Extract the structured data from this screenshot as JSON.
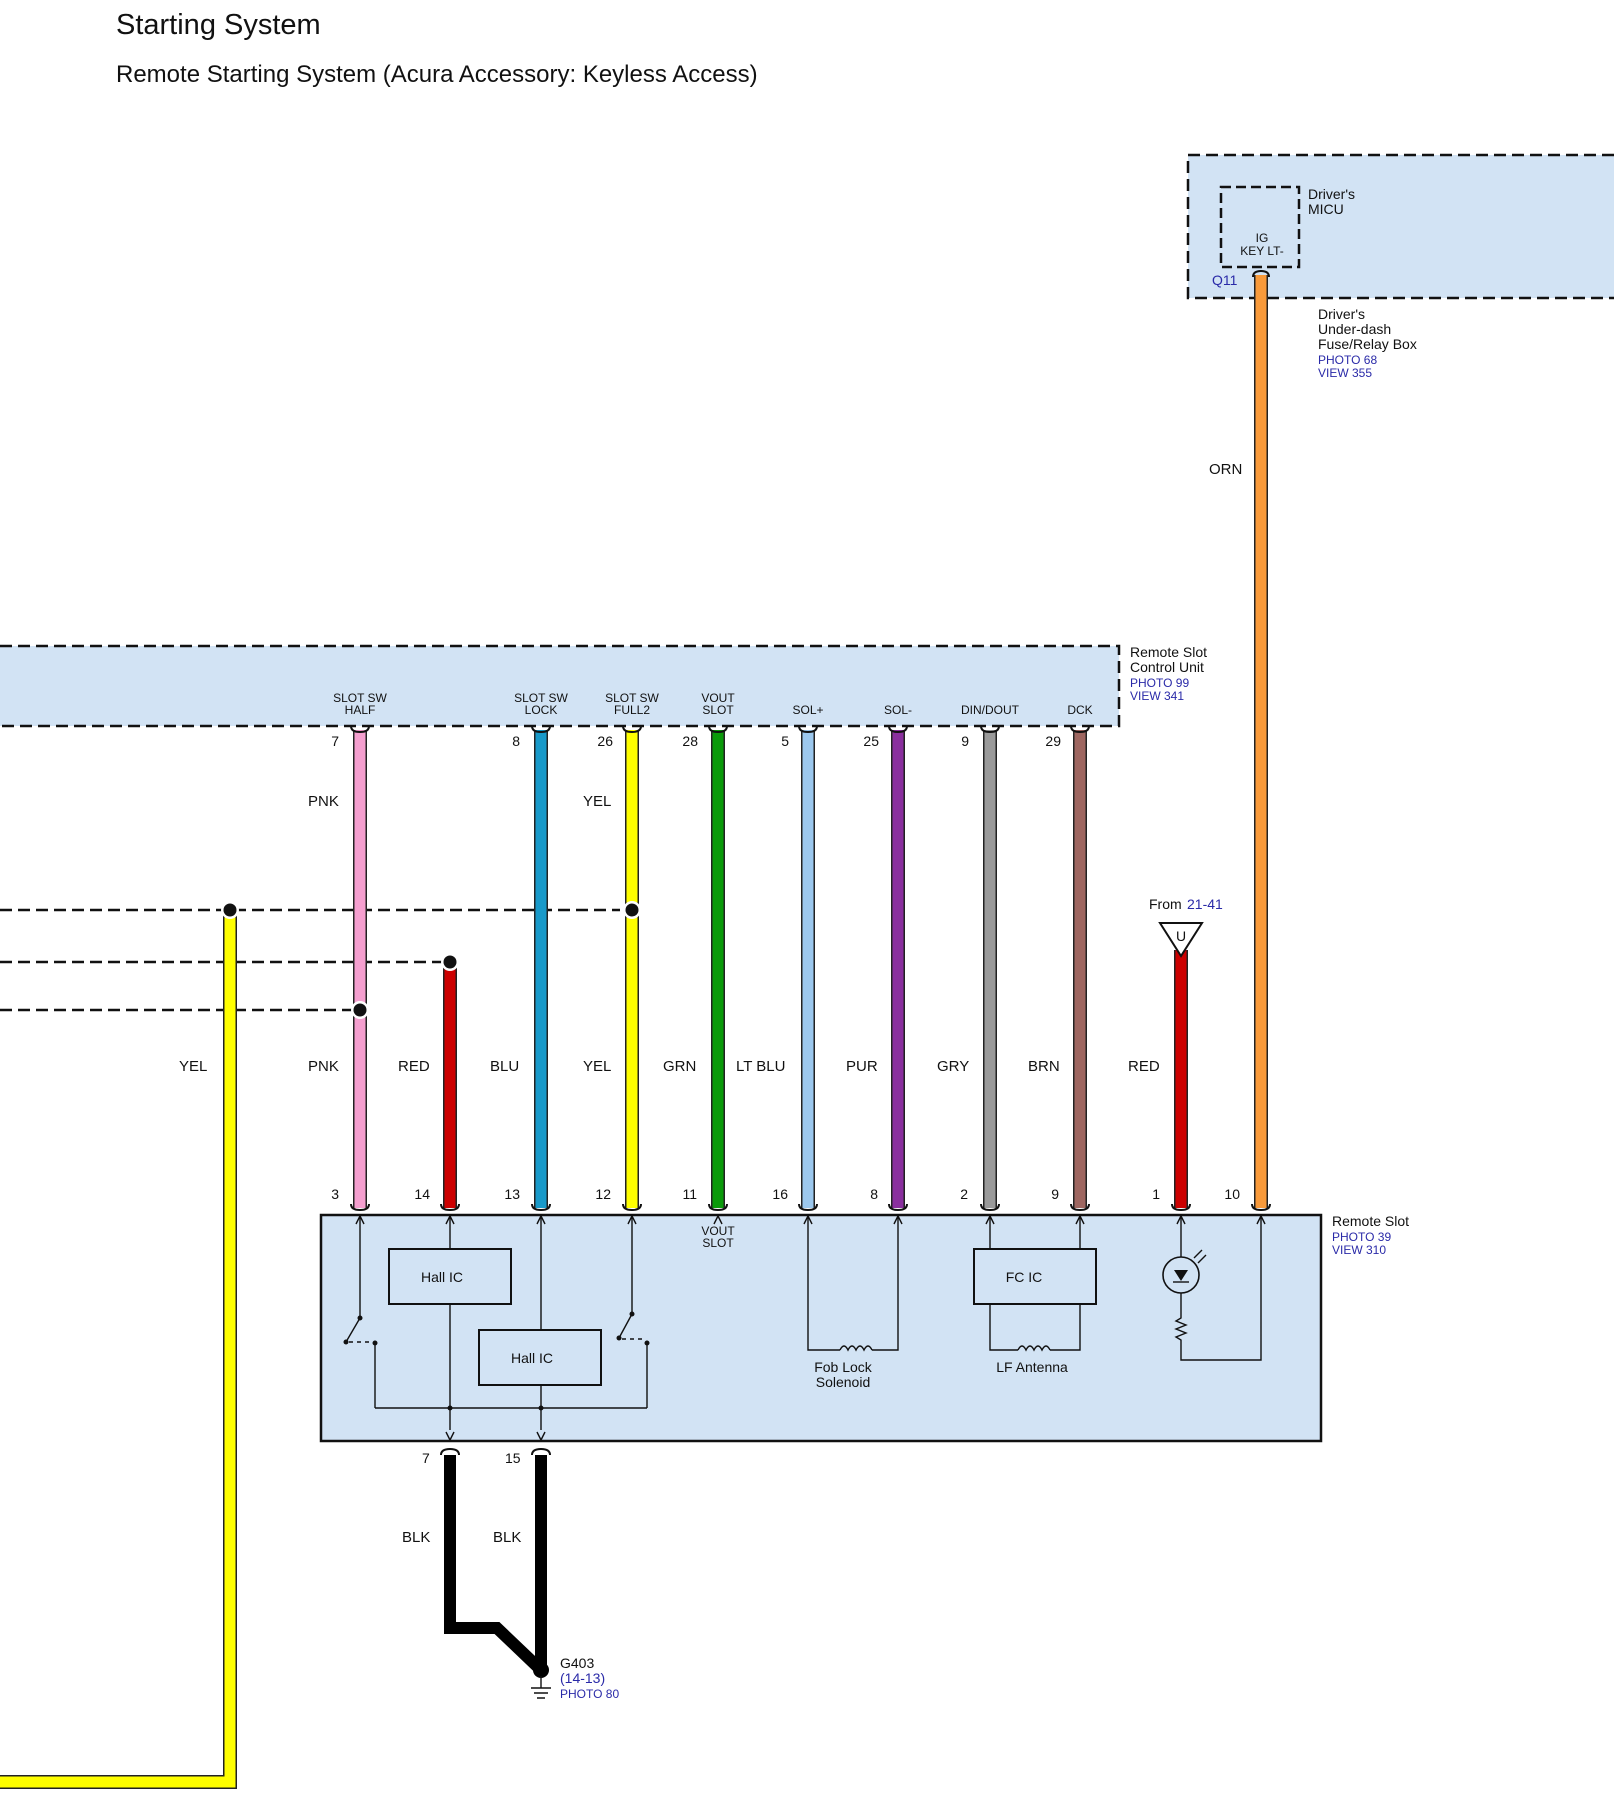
{
  "header": {
    "title": "Starting System",
    "subtitle": "Remote Starting System (Acura Accessory: Keyless Access)"
  },
  "micu": {
    "name_line1": "Driver's",
    "name_line2": "MICU",
    "terminal_line1": "IG",
    "terminal_line2": "KEY LT-",
    "connector": "Q11"
  },
  "fuse_box": {
    "line1": "Driver's",
    "line2": "Under-dash",
    "line3": "Fuse/Relay Box",
    "photo": "PHOTO 68",
    "view": "VIEW 355"
  },
  "orange_wire_label": "ORN",
  "control_unit": {
    "line1": "Remote Slot",
    "line2": "Control Unit",
    "photo": "PHOTO 99",
    "view": "VIEW 341",
    "terminals": [
      {
        "line1": "SLOT SW",
        "line2": "HALF",
        "pin": "7"
      },
      {
        "line1": "SLOT SW",
        "line2": "LOCK",
        "pin": "8"
      },
      {
        "line1": "SLOT SW",
        "line2": "FULL2",
        "pin": "26"
      },
      {
        "line1": "VOUT",
        "line2": "SLOT",
        "pin": "28"
      },
      {
        "line1": "SOL+",
        "pin": "5"
      },
      {
        "line1": "SOL-",
        "pin": "25"
      },
      {
        "line1": "DIN/DOUT",
        "pin": "9"
      },
      {
        "line1": "DCK",
        "pin": "29"
      }
    ]
  },
  "upper_wire_labels": {
    "pnk": "PNK",
    "yel": "YEL"
  },
  "from_ref": {
    "prefix": "From",
    "link": "21-41",
    "symbol": "U"
  },
  "wires": [
    {
      "label": "YEL",
      "color": "#ffff00"
    },
    {
      "label": "PNK",
      "color": "#f59fcf",
      "bottom_pin": "3"
    },
    {
      "label": "RED",
      "color": "#cc0000",
      "bottom_pin": "14"
    },
    {
      "label": "BLU",
      "color": "#1899c9",
      "bottom_pin": "13"
    },
    {
      "label": "YEL",
      "color": "#ffff00",
      "bottom_pin": "12"
    },
    {
      "label": "GRN",
      "color": "#0a9a0a",
      "bottom_pin": "11"
    },
    {
      "label": "LT BLU",
      "color": "#9cc8ee",
      "bottom_pin": "16"
    },
    {
      "label": "PUR",
      "color": "#8a2f9e",
      "bottom_pin": "8"
    },
    {
      "label": "GRY",
      "color": "#9a9a9a",
      "bottom_pin": "2"
    },
    {
      "label": "BRN",
      "color": "#9e6660",
      "bottom_pin": "9"
    },
    {
      "label": "RED",
      "color": "#cc0000",
      "bottom_pin": "1"
    },
    {
      "label": "",
      "color": "#f99a3a",
      "bottom_pin": "10"
    }
  ],
  "remote_slot": {
    "line1": "Remote Slot",
    "photo": "PHOTO 39",
    "view": "VIEW 310",
    "vout_line1": "VOUT",
    "vout_line2": "SLOT",
    "hall_ic_1": "Hall IC",
    "hall_ic_2": "Hall IC",
    "fc_ic": "FC IC",
    "solenoid_line1": "Fob Lock",
    "solenoid_line2": "Solenoid",
    "antenna": "LF Antenna"
  },
  "ground": {
    "pin_left": "7",
    "pin_right": "15",
    "wire_left": "BLK",
    "wire_right": "BLK",
    "name": "G403",
    "ref": "(14-13)",
    "photo": "PHOTO 80"
  }
}
